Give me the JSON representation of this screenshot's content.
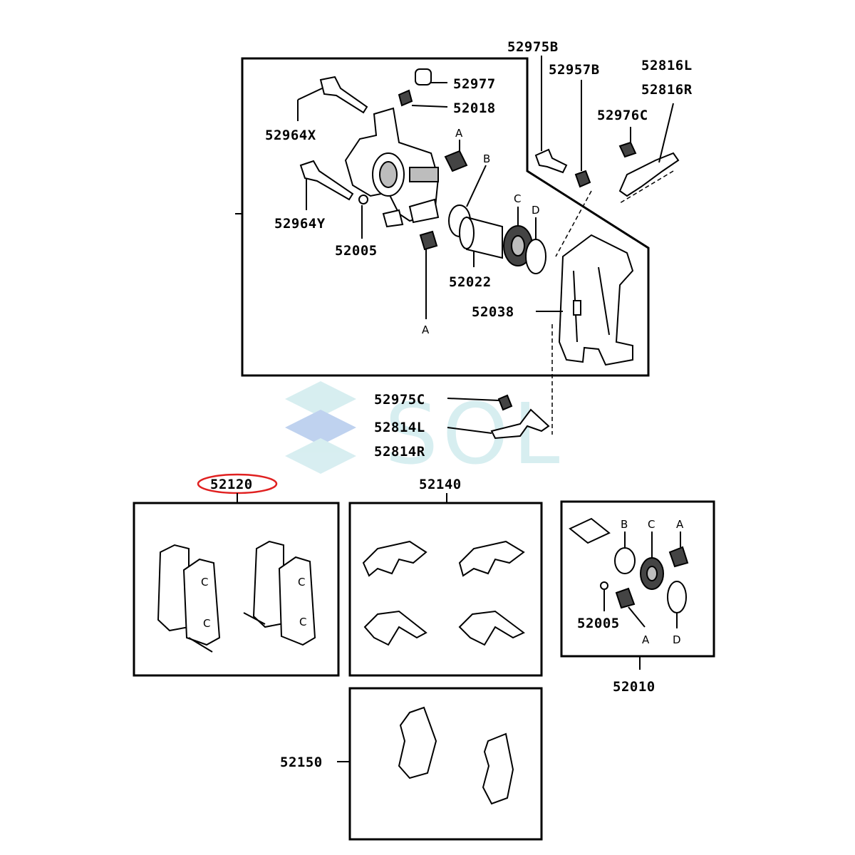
{
  "watermark": {
    "text": "SOL",
    "color": "#8ecfd6"
  },
  "highlight": {
    "color": "#e02020"
  },
  "labels": {
    "p52975B": "52975B",
    "p52957B": "52957B",
    "p52816L": "52816L",
    "p52816R": "52816R",
    "p52977": "52977",
    "p52018": "52018",
    "p52976C": "52976C",
    "p52964X": "52964X",
    "p52964Y": "52964Y",
    "p52005": "52005",
    "p52022": "52022",
    "p52038": "52038",
    "p52975C": "52975C",
    "p52814L": "52814L",
    "p52814R": "52814R",
    "p52120": "52120",
    "p52140": "52140",
    "p52150": "52150",
    "p52010": "52010",
    "p52005b": "52005",
    "refA1": "A",
    "refA2": "A",
    "refB": "B",
    "refC": "C",
    "refD": "D",
    "kitA1": "A",
    "kitA2": "A",
    "kitB": "B",
    "kitC": "C",
    "kitD": "D"
  }
}
